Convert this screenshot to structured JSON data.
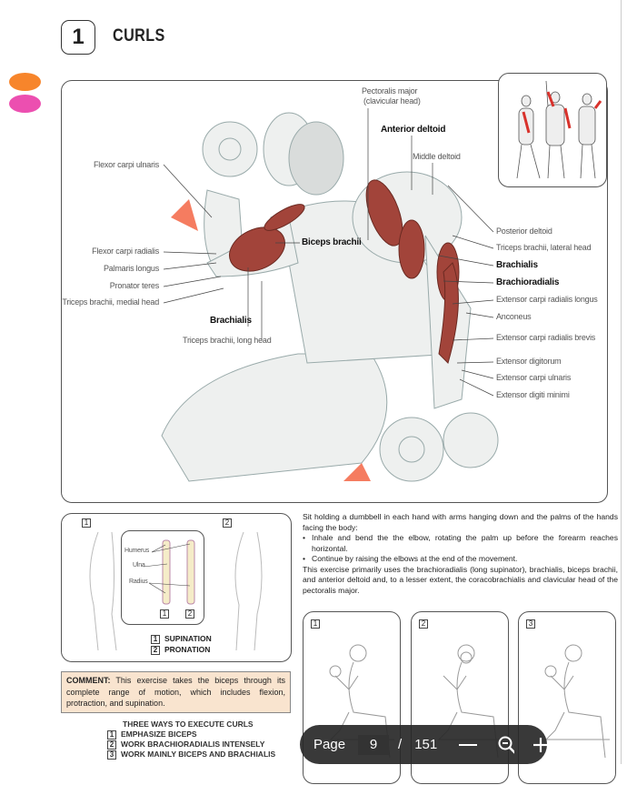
{
  "exercise": {
    "number": "1",
    "title": "CURLS"
  },
  "colors": {
    "orange": "#f7852b",
    "pink": "#ec4fb0",
    "muscle": "#a2443a",
    "comment_bg": "#f9e4cf"
  },
  "labels_left": [
    "Flexor carpi ulnaris",
    "Flexor carpi radialis",
    "Palmaris longus",
    "Pronator teres",
    "Triceps brachii, medial head"
  ],
  "labels_center": {
    "biceps": "Biceps brachii",
    "brachialis": "Brachialis",
    "triceps_long": "Triceps brachii, long head",
    "pectoralis": "Pectoralis major",
    "pectoralis_sub": "(clavicular head)",
    "anterior_deltoid": "Anterior deltoid",
    "middle_deltoid": "Middle deltoid"
  },
  "labels_right": [
    {
      "t": "Posterior deltoid",
      "b": false
    },
    {
      "t": "Triceps brachii, lateral head",
      "b": false
    },
    {
      "t": "Brachialis",
      "b": true
    },
    {
      "t": "Brachioradialis",
      "b": true
    },
    {
      "t": "Extensor carpi radialis longus",
      "b": false
    },
    {
      "t": "Anconeus",
      "b": false
    },
    {
      "t": "Extensor carpi radialis brevis",
      "b": false
    },
    {
      "t": "Extensor digitorum",
      "b": false
    },
    {
      "t": "Extensor carpi ulnaris",
      "b": false
    },
    {
      "t": "Extensor digiti minimi",
      "b": false
    }
  ],
  "supination_box": {
    "n1": "1",
    "n2": "2",
    "humerus": "Humerus",
    "ulna": "Ulna",
    "radius": "Radius",
    "legend1": "SUPINATION",
    "legend2": "PRONATION"
  },
  "description": {
    "intro": "Sit holding a dumbbell in each hand with arms hanging down and the palms of the hands facing  the body:",
    "bullets": [
      "Inhale and bend the the elbow, rotating the palm up before the forearm reaches horizontal.",
      "Continue by raising the elbows at the end of the movement."
    ],
    "summary": "This exercise primarily uses the brachioradialis (long supinator), brachialis, biceps brachii, and anterior deltoid and, to a lesser extent, the coracobrachialis and clavicular head of the pectoralis major."
  },
  "comment": {
    "label": "COMMENT:",
    "text": " This exercise takes the biceps through its complete range of motion, which includes flexion, protraction, and supination."
  },
  "ways": {
    "heading": "THREE WAYS TO EXECUTE CURLS",
    "items": [
      {
        "n": "1",
        "t": "EMPHASIZE BICEPS"
      },
      {
        "n": "2",
        "t": "WORK BRACHIORADIALIS INTENSELY"
      },
      {
        "n": "3",
        "t": "WORK MAINLY BICEPS AND BRACHIALIS"
      }
    ]
  },
  "panels": [
    "1",
    "2",
    "3"
  ],
  "viewer": {
    "page_label": "Page",
    "current_page": "9",
    "separator": "/",
    "total_pages": "151"
  }
}
